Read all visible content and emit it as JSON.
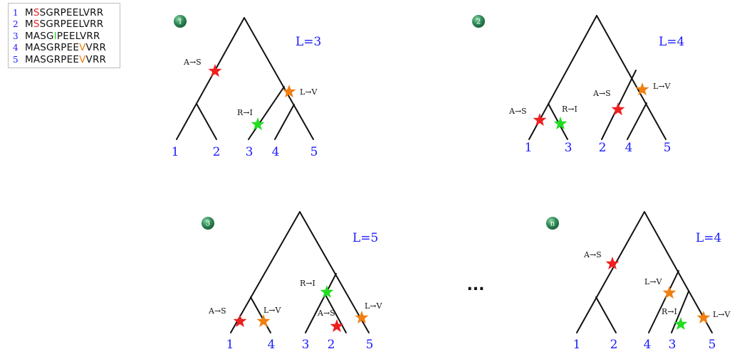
{
  "alignment": {
    "rows": [
      {
        "num": "1",
        "pre": "M",
        "mut": "S",
        "post": "SGRPEELVRR",
        "mut_color": "red"
      },
      {
        "num": "2",
        "pre": "M",
        "mut": "S",
        "post": "SGRPEELVRR",
        "mut_color": "red"
      },
      {
        "num": "3",
        "pre": "MASG",
        "mut": "I",
        "post": "PEELVRR",
        "mut_color": "green"
      },
      {
        "num": "4",
        "pre": "MASGRPEE",
        "mut": "V",
        "post": "VRR",
        "mut_color": "orange"
      },
      {
        "num": "5",
        "pre": "MASGRPEE",
        "mut": "V",
        "post": "VRR",
        "mut_color": "orange"
      }
    ]
  },
  "colors": {
    "leaf_label": "#1a1aff",
    "score_label": "#1a1aff",
    "branch": "#111111",
    "mut_red": "#ef1f1f",
    "mut_green": "#22dd22",
    "mut_orange": "#f07f10",
    "badge": "#2e8b57"
  },
  "ellipsis": "...",
  "trees": [
    {
      "badge": "1",
      "score": "L=3",
      "leaves": [
        "1",
        "2",
        "3",
        "4",
        "5"
      ],
      "mutations": [
        {
          "label": "A→S",
          "color": "red"
        },
        {
          "label": "L→V",
          "color": "orange"
        },
        {
          "label": "R→I",
          "color": "green"
        }
      ]
    },
    {
      "badge": "2",
      "score": "L=4",
      "leaves": [
        "1",
        "3",
        "2",
        "4",
        "5"
      ],
      "mutations": [
        {
          "label": "A→S",
          "color": "red"
        },
        {
          "label": "R→I",
          "color": "green"
        },
        {
          "label": "A→S",
          "color": "red"
        },
        {
          "label": "L→V",
          "color": "orange"
        }
      ]
    },
    {
      "badge": "3",
      "score": "L=5",
      "leaves": [
        "1",
        "4",
        "3",
        "2",
        "5"
      ],
      "mutations": [
        {
          "label": "A→S",
          "color": "red"
        },
        {
          "label": "L→V",
          "color": "orange"
        },
        {
          "label": "R→I",
          "color": "green"
        },
        {
          "label": "A→S",
          "color": "red"
        },
        {
          "label": "L→V",
          "color": "orange"
        }
      ]
    },
    {
      "badge": "n",
      "score": "L=4",
      "leaves": [
        "1",
        "2",
        "4",
        "3",
        "5"
      ],
      "mutations": [
        {
          "label": "A→S",
          "color": "red"
        },
        {
          "label": "L→V",
          "color": "orange"
        },
        {
          "label": "R→I",
          "color": "green"
        },
        {
          "label": "L→V",
          "color": "orange"
        }
      ]
    }
  ]
}
